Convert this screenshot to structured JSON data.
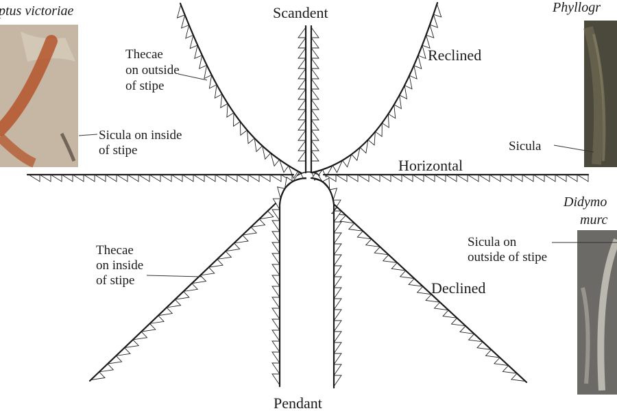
{
  "labels": {
    "scandent": "Scandent",
    "reclined": "Reclined",
    "horizontal": "Horizontal",
    "declined": "Declined",
    "pendant": "Pendant"
  },
  "annotations": {
    "thecae_outside": [
      "Thecae",
      "on outside",
      "of stipe"
    ],
    "sicula_inside": [
      "Sicula on inside",
      "of stipe"
    ],
    "thecae_inside": [
      "Thecae",
      "on inside",
      "of stipe"
    ],
    "sicula": "Sicula",
    "sicula_outside": [
      "Sicula on",
      "outside of stipe"
    ]
  },
  "species": {
    "top_left": "ptus victoriae",
    "top_right": "Phyllogr",
    "mid_right": [
      "Didymo",
      "murc"
    ]
  },
  "colors": {
    "ink": "#1a1a1a",
    "photo_left": "#c9b9a6",
    "photo_left_stipe": "#b4562c",
    "photo_right_top": "#4d4a3c",
    "photo_right_bottom": "#6f6c68"
  }
}
